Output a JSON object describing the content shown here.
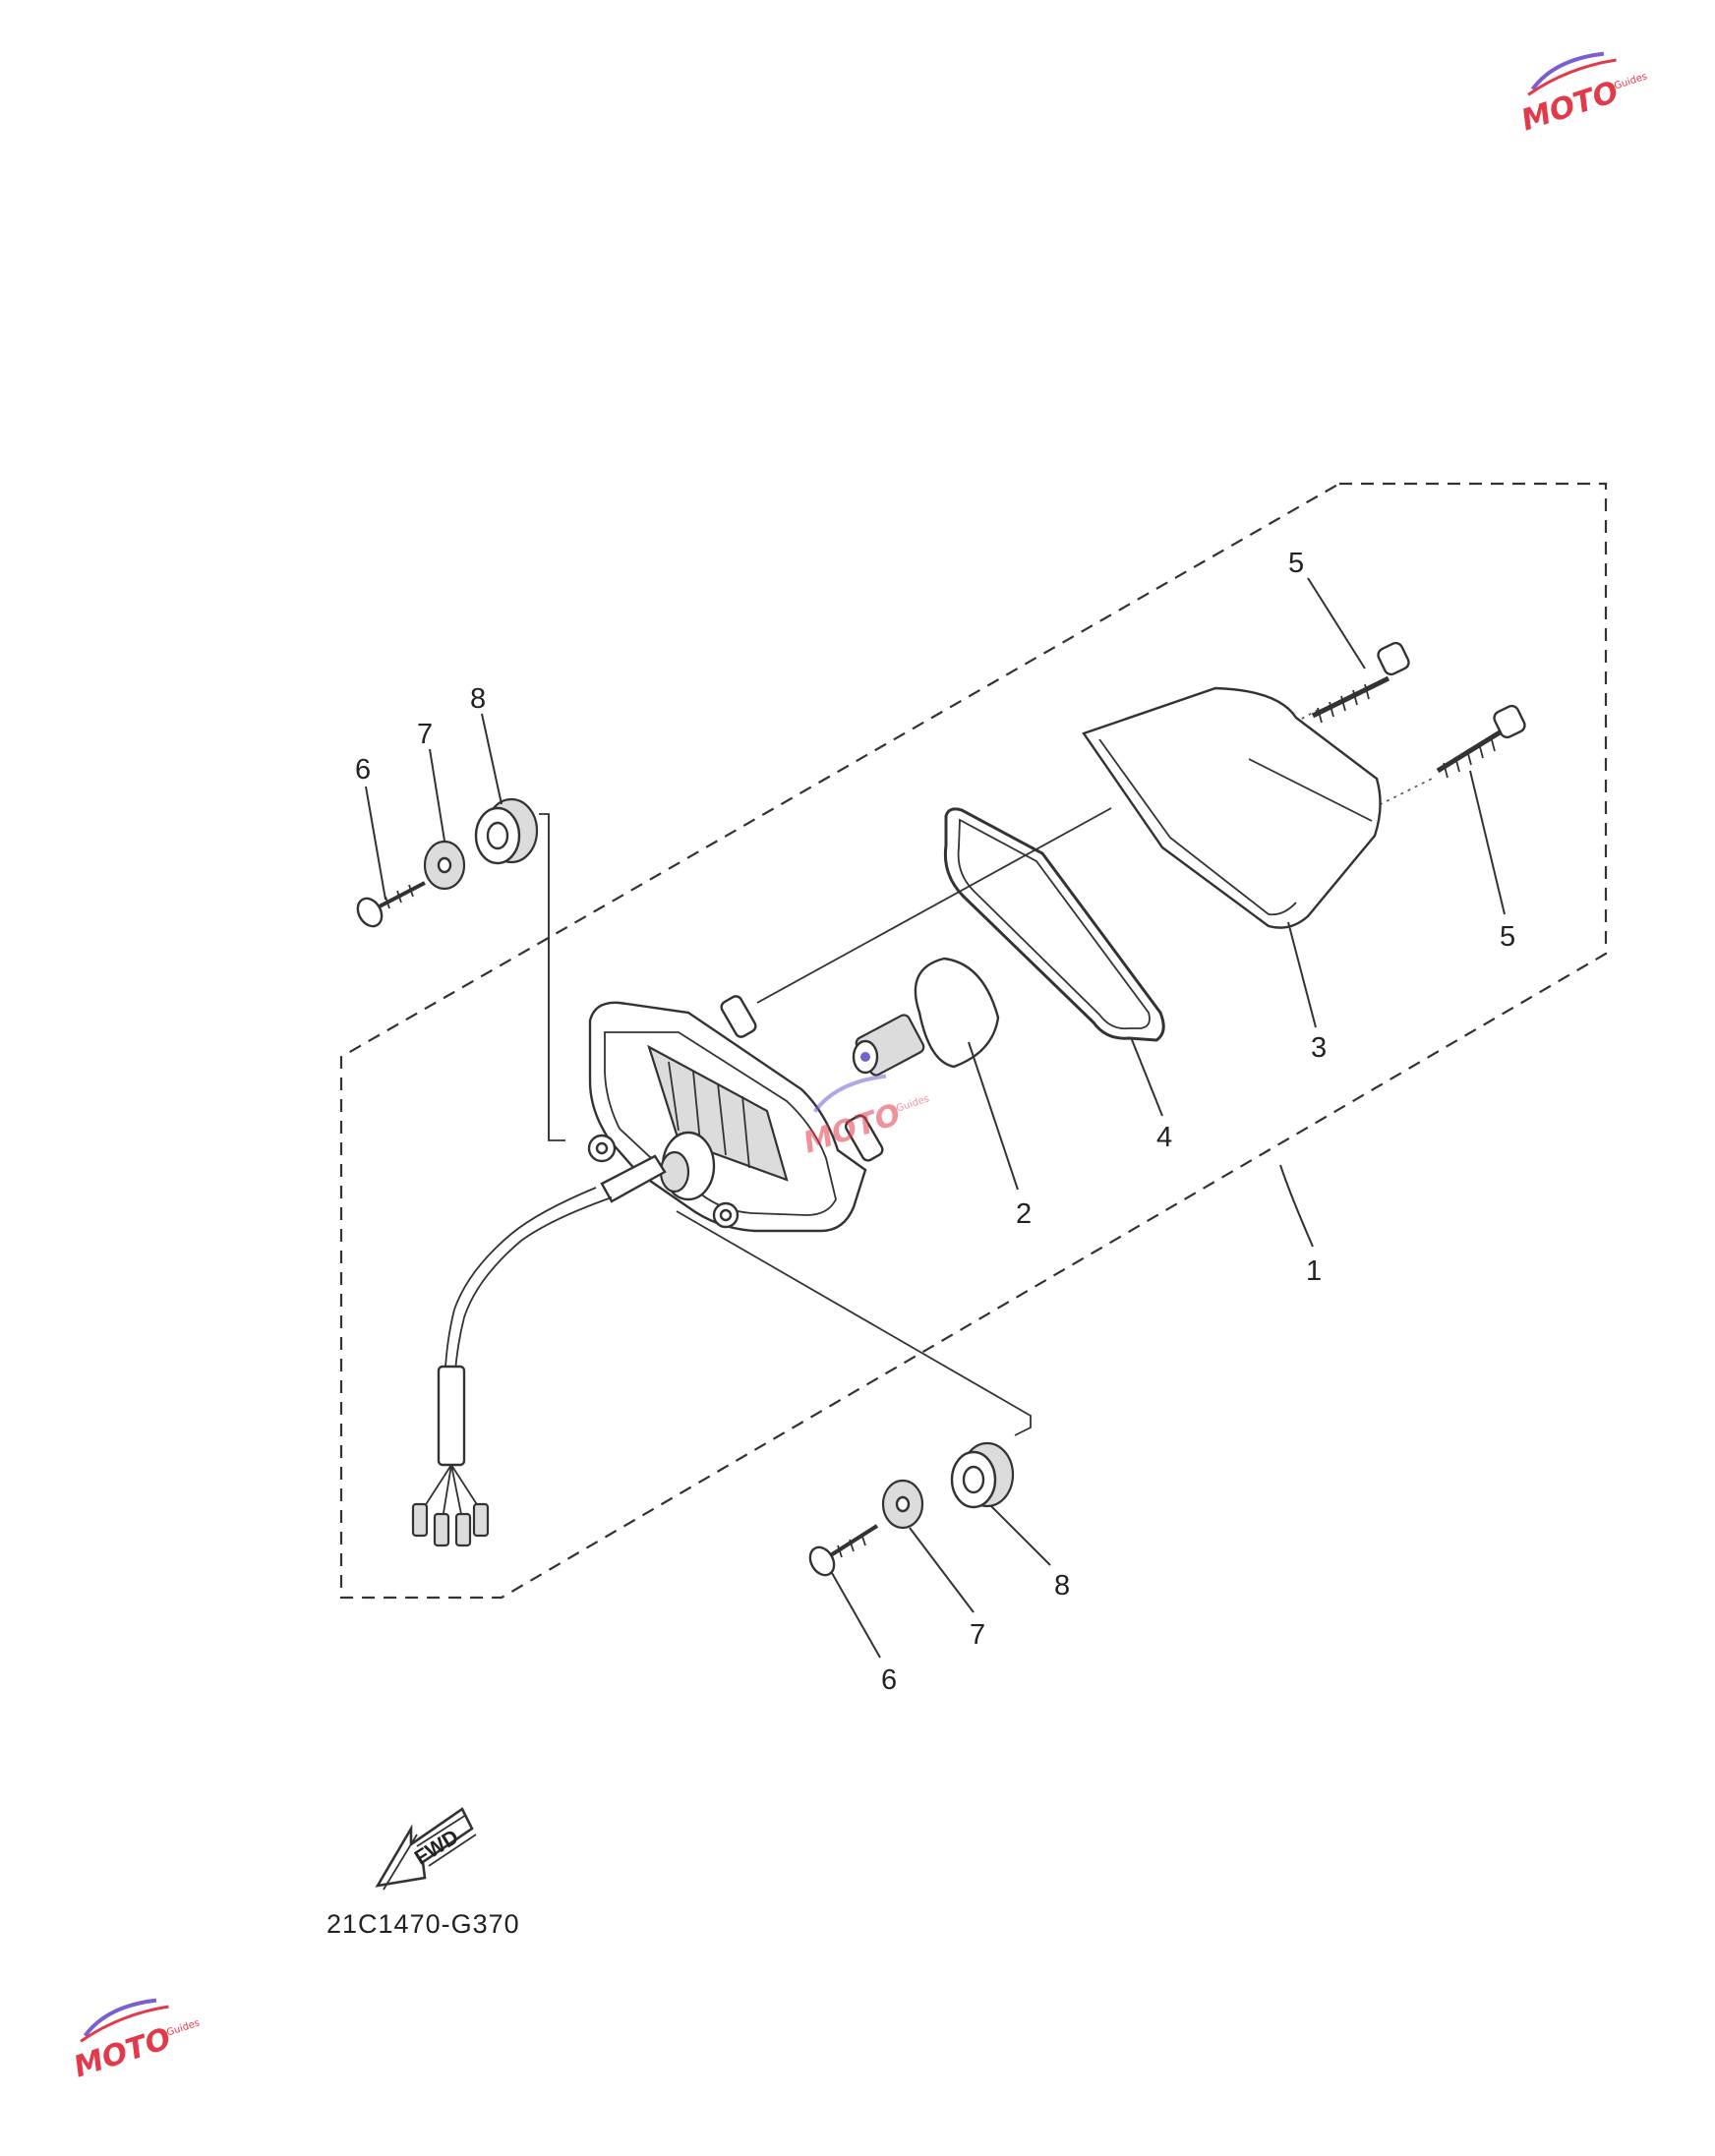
{
  "diagram": {
    "part_numbers": [
      "1",
      "2",
      "3",
      "4",
      "5",
      "6",
      "7",
      "8"
    ],
    "callouts": {
      "c1": "1",
      "c2": "2",
      "c3": "3",
      "c4": "4",
      "c5_top": "5",
      "c5_right": "5",
      "c6_top": "6",
      "c7_top": "7",
      "c8_top": "8",
      "c6_bottom": "6",
      "c7_bottom": "7",
      "c8_bottom": "8"
    },
    "direction_arrow_label": "FWD",
    "diagram_code": "21C1470-G370"
  },
  "watermark": {
    "main": "MOTO",
    "sub": "Guides",
    "color": "#e23a4a",
    "accent_color": "#7a5fd0"
  },
  "icons": {
    "direction": "fwd-arrow-icon",
    "watermark": "moto-guides-logo-icon"
  }
}
